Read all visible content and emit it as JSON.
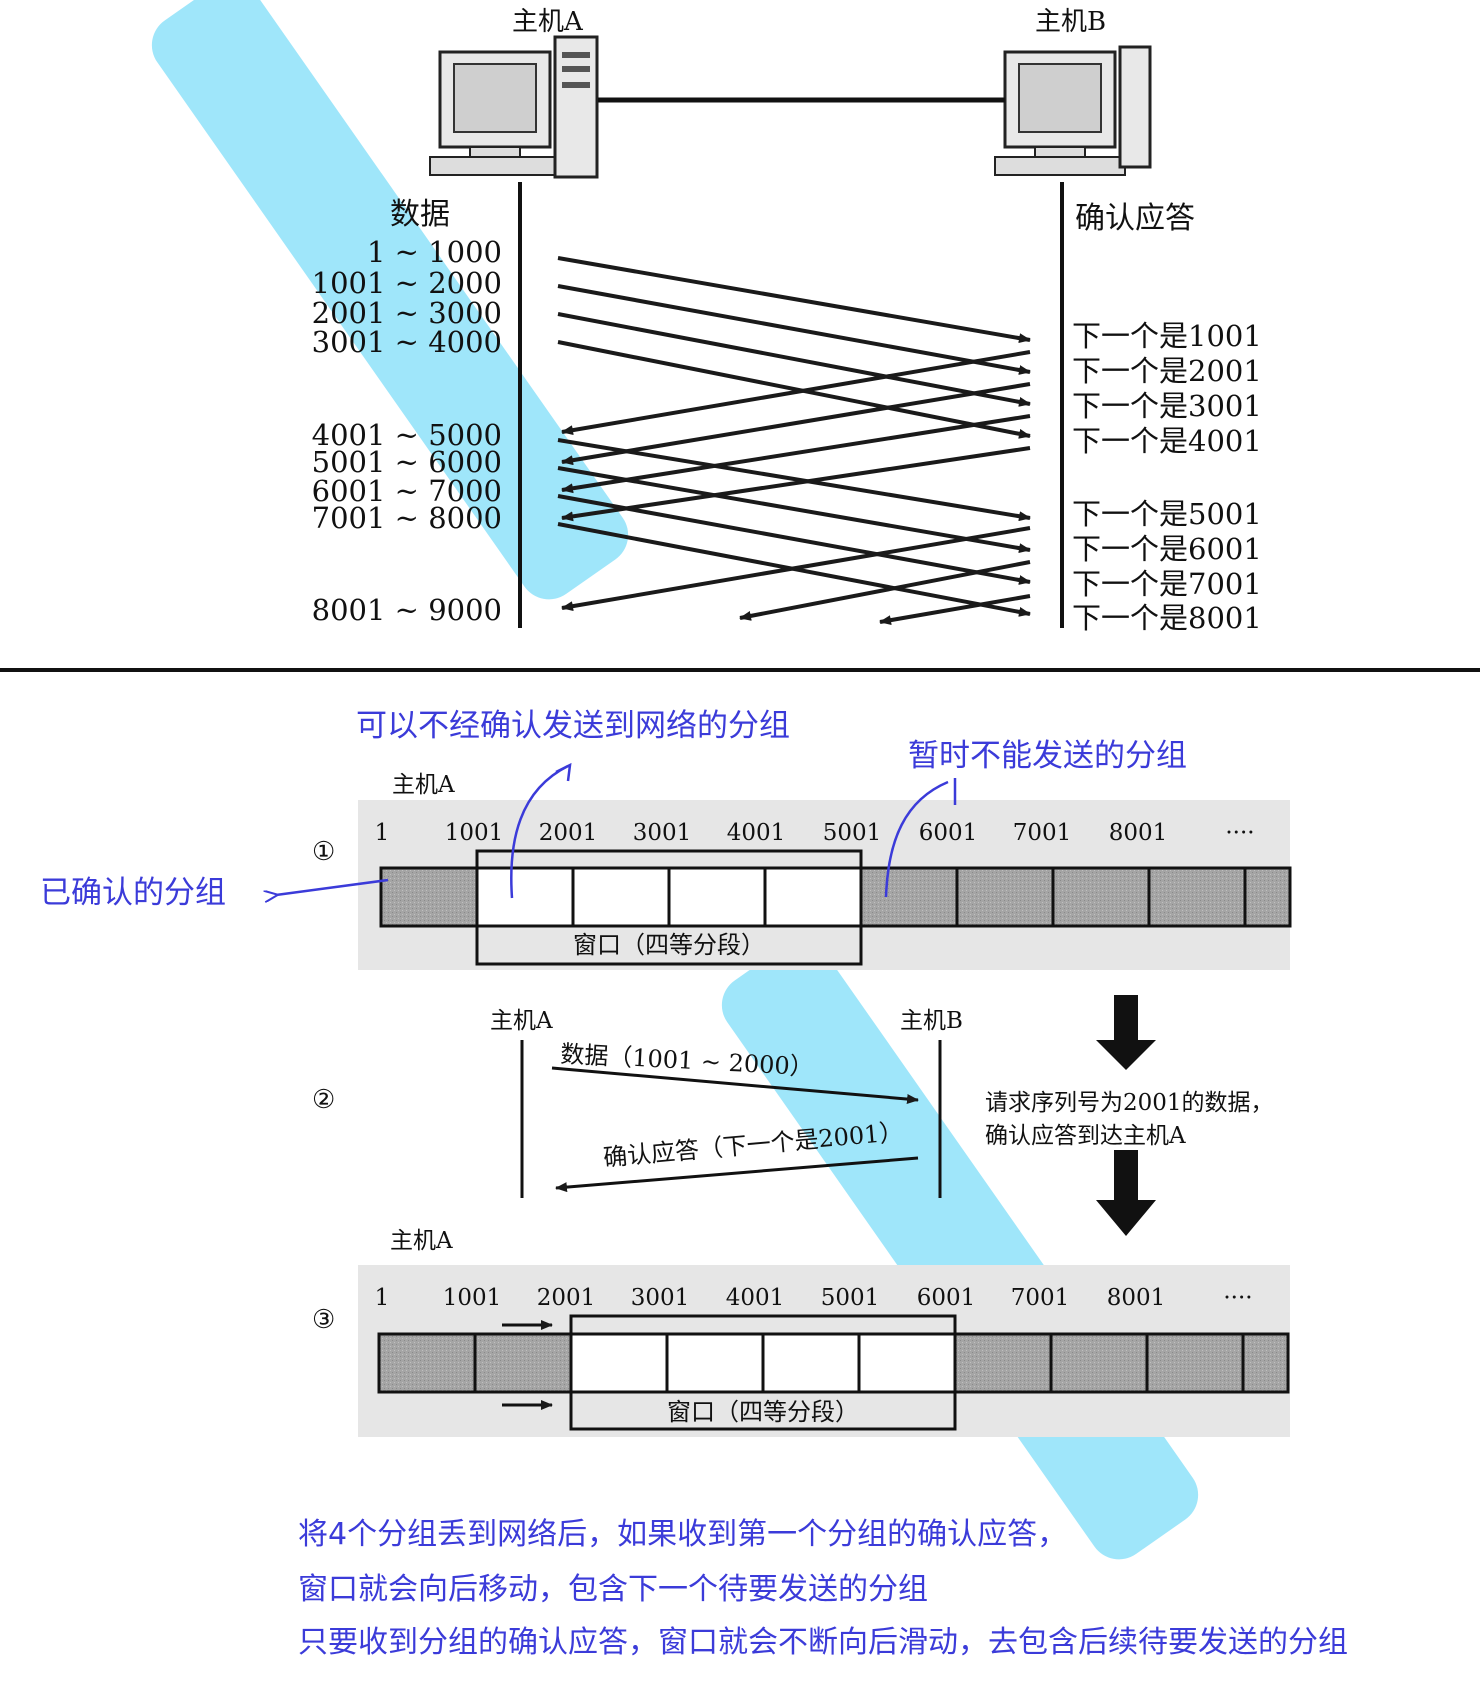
{
  "top": {
    "host_a": "主机A",
    "host_b": "主机B",
    "data_header": "数据",
    "ack_header": "确认应答",
    "data_labels": [
      "1 ~ 1000",
      "1001 ~ 2000",
      "2001 ~ 3000",
      "3001 ~ 4000",
      "4001 ~ 5000",
      "5001 ~ 6000",
      "6001 ~ 7000",
      "7001 ~ 8000",
      "8001 ~ 9000"
    ],
    "ack_labels": [
      "下一个是1001",
      "下一个是2001",
      "下一个是3001",
      "下一个是4001",
      "下一个是5001",
      "下一个是6001",
      "下一个是7001",
      "下一个是8001"
    ]
  },
  "bottom": {
    "annotation_window": "可以不经确认发送到网络的分组",
    "annotation_blocked": "暂时不能发送的分组",
    "annotation_acked": "已确认的分组",
    "host_a": "主机A",
    "host_b": "主机B",
    "step1": "①",
    "step2": "②",
    "step3": "③",
    "window_label": "窗口（四等分段）",
    "seq_numbers": [
      "1",
      "1001",
      "2001",
      "3001",
      "4001",
      "5001",
      "6001",
      "7001",
      "8001",
      "····"
    ],
    "data_msg": "数据（1001 ~ 2000）",
    "ack_msg": "确认应答（下一个是2001）",
    "side_note_1": "请求序列号为2001的数据，",
    "side_note_2": "确认应答到达主机A"
  },
  "notes": [
    "将4个分组丢到网络后，如果收到第一个分组的确认应答，",
    "窗口就会向后移动，包含下一个待要发送的分组",
    "只要收到分组的确认应答，窗口就会不断向后滑动，去包含后续待要发送的分组"
  ],
  "colors": {
    "annotation": "#3b3bd9",
    "watermark": "#50d2f5",
    "shade": "#a8a8a8",
    "panel": "#e6e6e6"
  }
}
